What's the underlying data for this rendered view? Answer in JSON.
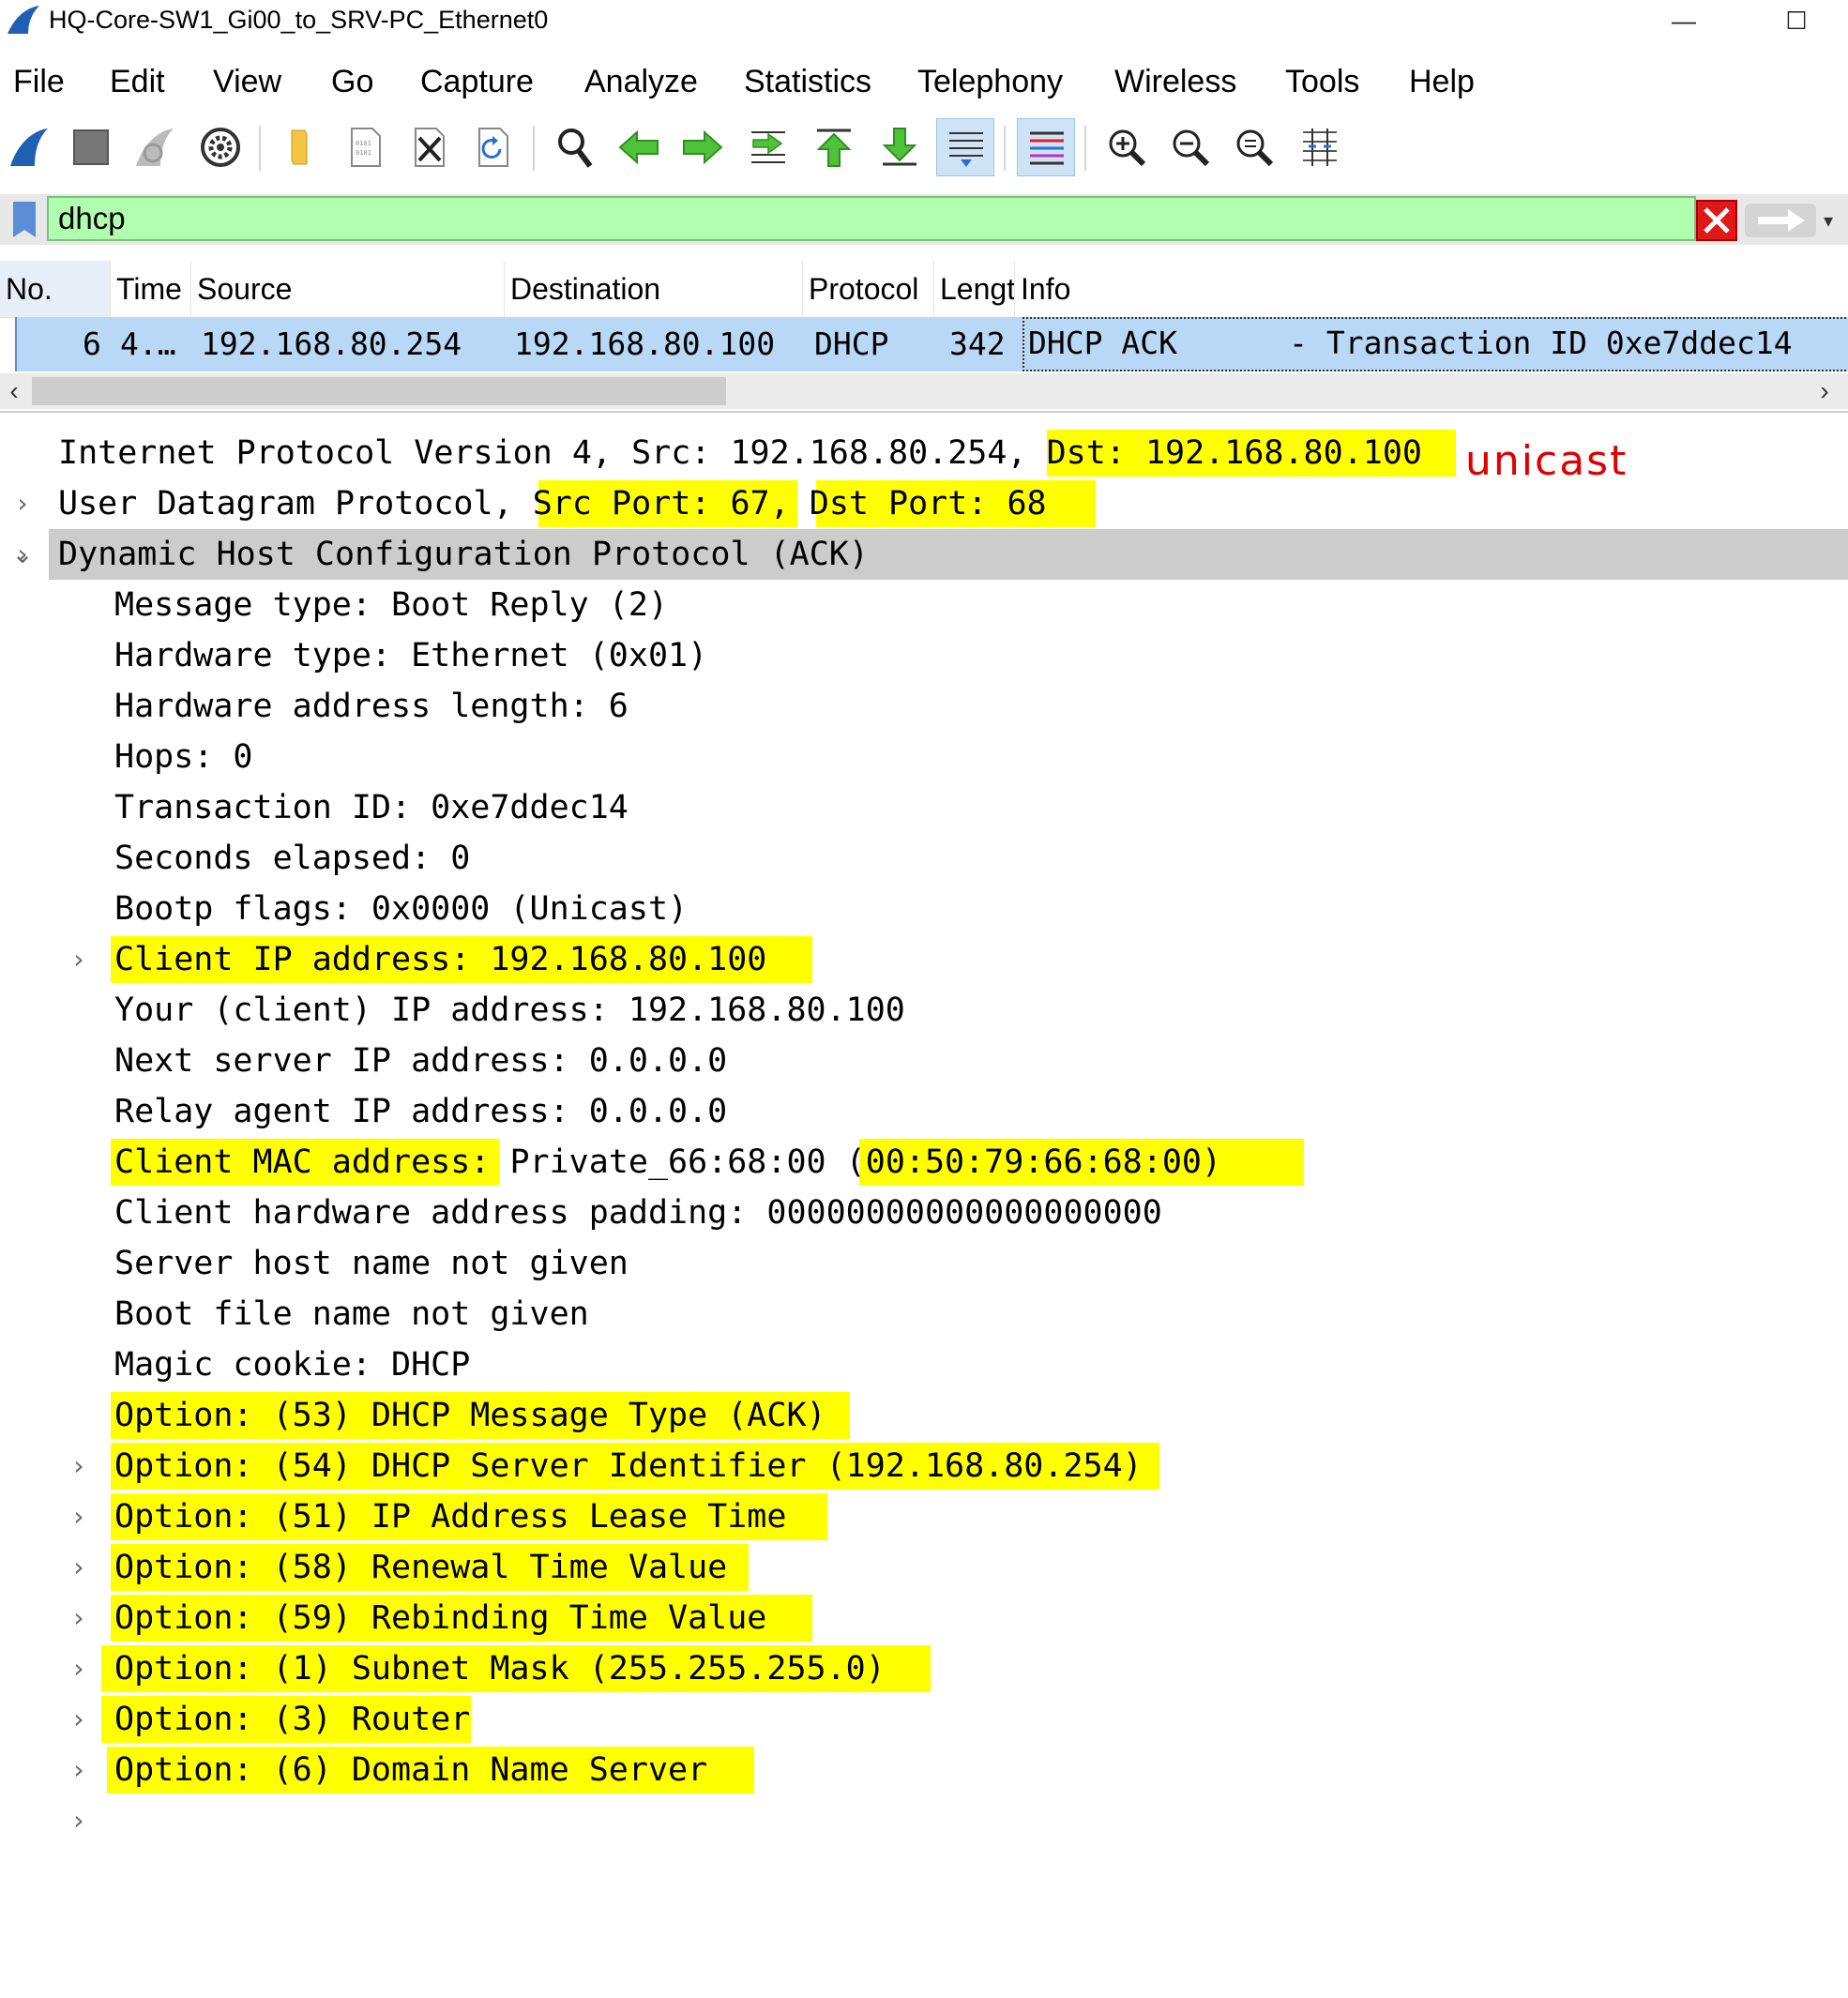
{
  "window": {
    "title": "HQ-Core-SW1_Gi00_to_SRV-PC_Ethernet0",
    "minimize_glyph": "—",
    "maximize_glyph": "☐"
  },
  "menu": [
    "File",
    "Edit",
    "View",
    "Go",
    "Capture",
    "Analyze",
    "Statistics",
    "Telephony",
    "Wireless",
    "Tools",
    "Help"
  ],
  "toolbar": {
    "icons": [
      "start-capture-icon",
      "stop-capture-icon",
      "restart-capture-icon",
      "capture-options-icon",
      "open-file-icon",
      "save-file-icon",
      "close-file-icon",
      "reload-file-icon",
      "find-packet-icon",
      "go-back-icon",
      "go-forward-icon",
      "go-to-packet-icon",
      "go-first-icon",
      "go-last-icon",
      "autoscroll-icon",
      "colorize-icon",
      "zoom-in-icon",
      "zoom-out-icon",
      "normal-size-icon",
      "resize-columns-icon"
    ]
  },
  "filter": {
    "value": "dhcp",
    "bg_color": "#afffaf"
  },
  "packet_list": {
    "columns": [
      "No.",
      "Time",
      "Source",
      "Destination",
      "Protocol",
      "Length",
      "Info"
    ],
    "rows": [
      {
        "no": "6",
        "time": "4.…",
        "source": "192.168.80.254",
        "destination": "192.168.80.100",
        "protocol": "DHCP",
        "length": "342",
        "info": "DHCP ACK      - Transaction ID 0xe7ddec14"
      }
    ]
  },
  "detail": {
    "ip": {
      "prefix": "Internet Protocol Version 4, Src: 192.168.80.254, ",
      "highlight": "Dst: 192.168.80.100"
    },
    "udp": {
      "prefix": "User Datagram Protocol, ",
      "highlight_src": "Src Port: 67,",
      "highlight_dst": "Dst Port: 68"
    },
    "dhcp_header": "Dynamic Host Configuration Protocol (ACK)",
    "fields": {
      "message_type": "Message type: Boot Reply (2)",
      "hardware_type": "Hardware type: Ethernet (0x01)",
      "hw_addr_len": "Hardware address length: 6",
      "hops": "Hops: 0",
      "transaction_id": "Transaction ID: 0xe7ddec14",
      "seconds": "Seconds elapsed: 0",
      "bootp_flags": "Bootp flags: 0x0000 (Unicast)",
      "client_ip": "Client IP address: 192.168.80.100",
      "your_ip": "Your (client) IP address: 192.168.80.100",
      "next_server_ip": "Next server IP address: 0.0.0.0",
      "relay_ip": "Relay agent IP address: 0.0.0.0",
      "client_mac_label": "Client MAC address:",
      "client_mac_name": " Private_66:68:00 ",
      "client_mac_value": "(00:50:79:66:68:00)",
      "hw_padding": "Client hardware address padding: 00000000000000000000",
      "server_host": "Server host name not given",
      "boot_file": "Boot file name not given",
      "magic_cookie": "Magic cookie: DHCP"
    },
    "options": [
      "Option: (53) DHCP Message Type (ACK)",
      "Option: (54) DHCP Server Identifier (192.168.80.254)",
      "Option: (51) IP Address Lease Time",
      "Option: (58) Renewal Time Value",
      "Option: (59) Rebinding Time Value",
      "Option: (1) Subnet Mask (255.255.255.0)",
      "Option: (3) Router",
      "Option: (6) Domain Name Server"
    ]
  },
  "annotation": "unicast",
  "colors": {
    "highlight": "#ffff00",
    "selected_row": "#b8d8f5",
    "annotation": "#e00000"
  }
}
